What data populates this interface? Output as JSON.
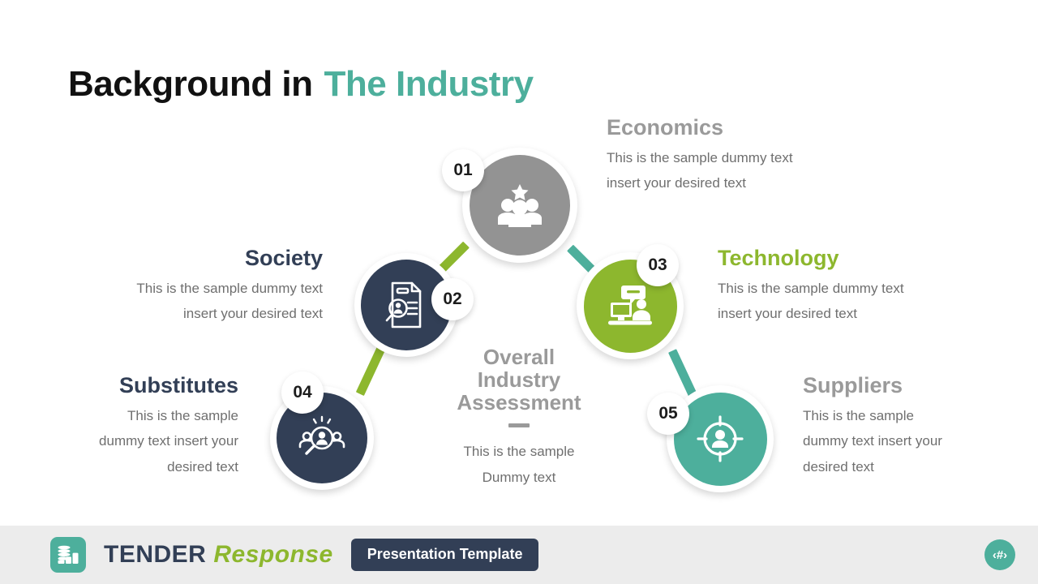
{
  "title": {
    "part1": "Background in",
    "part2": "The Industry"
  },
  "colors": {
    "gray": "#939393",
    "navy": "#323F56",
    "green": "#8DB72E",
    "teal": "#4DAF9C",
    "text_body": "#6f6f6f",
    "heading_gray": "#9a9a9a",
    "footer_bg": "#ececec"
  },
  "center": {
    "title_line1": "Overall",
    "title_line2": "Industry",
    "title_line3": "Assessment",
    "body_line1": "This is the sample",
    "body_line2": "Dummy  text"
  },
  "nodes": [
    {
      "number": "01",
      "icon": "people-star-icon",
      "color": "#939393"
    },
    {
      "number": "02",
      "icon": "document-person-search-icon",
      "color": "#323F56"
    },
    {
      "number": "03",
      "icon": "presentation-speech-icon",
      "color": "#8DB72E"
    },
    {
      "number": "04",
      "icon": "people-magnifier-icon",
      "color": "#323F56"
    },
    {
      "number": "05",
      "icon": "target-person-icon",
      "color": "#4DAF9C"
    }
  ],
  "items": [
    {
      "key": "economics",
      "title": "Economics",
      "title_color": "#9a9a9a",
      "body_line1": "This is the sample  dummy  text",
      "body_line2": "insert your desired text"
    },
    {
      "key": "society",
      "title": "Society",
      "title_color": "#323F56",
      "body_line1": "This is the sample  dummy  text",
      "body_line2": "insert your desired text"
    },
    {
      "key": "technology",
      "title": "Technology",
      "title_color": "#8DB72E",
      "body_line1": "This is the sample  dummy  text",
      "body_line2": "insert your desired text"
    },
    {
      "key": "substitutes",
      "title": "Substitutes",
      "title_color": "#323F56",
      "body_line1": "This is the sample",
      "body_line2": "dummy  text insert your",
      "body_line3": "desired text"
    },
    {
      "key": "suppliers",
      "title": "Suppliers",
      "title_color": "#9a9a9a",
      "body_line1": "This is the sample",
      "body_line2": "dummy  text insert your",
      "body_line3": "desired text"
    }
  ],
  "footer": {
    "brand_part1": "TENDER",
    "brand_part2": "Response",
    "pill_label": "Presentation Template",
    "page_number": "‹#›",
    "logo_icon": "coins-stack-icon"
  }
}
